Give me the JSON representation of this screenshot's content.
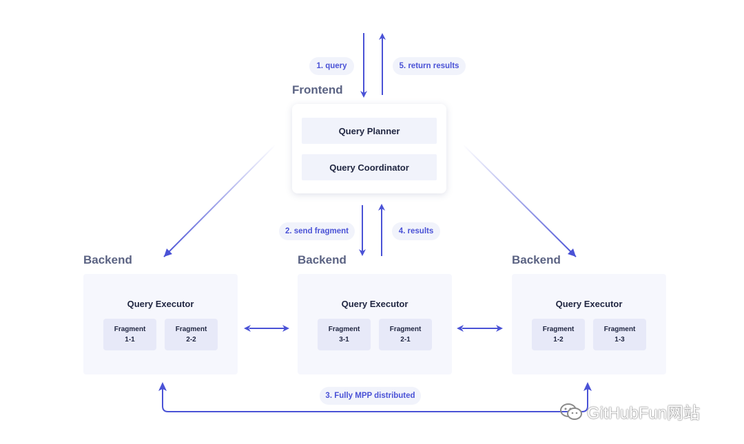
{
  "frontend": {
    "title": "Frontend",
    "items": [
      "Query Planner",
      "Query Coordinator"
    ]
  },
  "backends": [
    {
      "title": "Backend",
      "executor": "Query Executor",
      "fragments": [
        {
          "name": "Fragment",
          "id": "1-1"
        },
        {
          "name": "Fragment",
          "id": "2-2"
        }
      ]
    },
    {
      "title": "Backend",
      "executor": "Query Executor",
      "fragments": [
        {
          "name": "Fragment",
          "id": "3-1"
        },
        {
          "name": "Fragment",
          "id": "2-1"
        }
      ]
    },
    {
      "title": "Backend",
      "executor": "Query Executor",
      "fragments": [
        {
          "name": "Fragment",
          "id": "1-2"
        },
        {
          "name": "Fragment",
          "id": "1-3"
        }
      ]
    }
  ],
  "labels": {
    "query": "1. query",
    "return_results": "5. return results",
    "send_fragment": "2. send fragment",
    "results": "4. results",
    "mpp": "3. Fully MPP distributed"
  },
  "watermark": {
    "text": "GitHubFun网站",
    "icon": "wechat-icon"
  },
  "colors": {
    "accent": "#4a52d6",
    "title": "#5b6383",
    "box_bg": "#f6f7fd",
    "fragment_bg": "#e7e9f8"
  }
}
